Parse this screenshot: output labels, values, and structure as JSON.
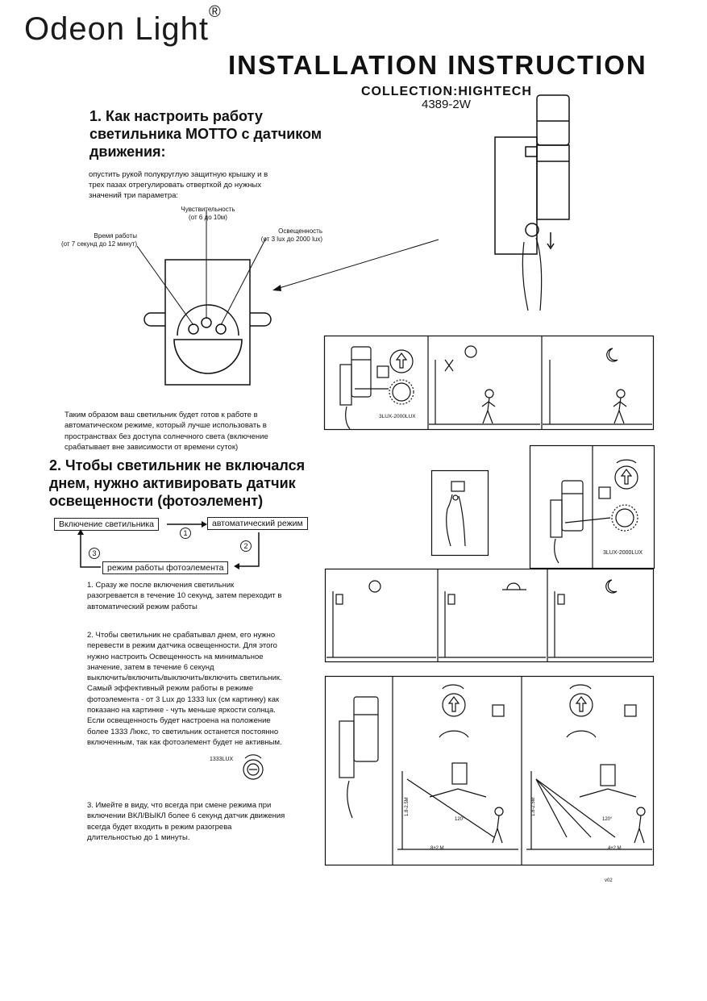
{
  "header": {
    "brand": "Odeon Light",
    "registered_mark": "®",
    "title": "INSTALLATION INSTRUCTION",
    "collection": "COLLECTION:HIGHTECH",
    "model": "4389-2W"
  },
  "section1": {
    "heading_line1": "1. Как настроить работу",
    "heading_line2": "светильника МОТТО с датчиком",
    "heading_line3": "движения:",
    "intro_line1": "опустить рукой полукруглую защитную крышку и в",
    "intro_line2": "трех пазах отрегулировать отверткой до нужных",
    "intro_line3": "значений три параметра:",
    "label_sensitivity": "Чувствительность",
    "label_sensitivity_range": "(от 6 до 10м)",
    "label_time": "Время работы",
    "label_time_range": "(от 7 секунд до 12 минут)",
    "label_light": "Освещенность",
    "label_light_range": "(от 3 lux до 2000 lux)",
    "outro_line1": "Таким образом ваш светильник будет готов к работе в",
    "outro_line2": "автоматическом режиме, который лучше использовать в",
    "outro_line3": "пространствах без доступа солнечного света (включение",
    "outro_line4": "срабатывает вне зависимости от времени суток)",
    "lux_label": "3LUX-2000LUX"
  },
  "section2": {
    "heading_line1": "2. Чтобы светильник не включался",
    "heading_line2": "днем, нужно активировать датчик",
    "heading_line3": "освещенности (фотоэлемент)",
    "flow_power_on": "Включение светильника",
    "flow_auto": "автоматический режим",
    "flow_photo": "режим работы фотоэлемента",
    "step1": "1",
    "step2": "2",
    "step3": "3",
    "p1_line1": "1. Сразу же после включения светильник",
    "p1_line2": "разогревается в течение 10 секунд, затем переходит в",
    "p1_line3": "автоматический режим работы",
    "p2_lines": [
      "2. Чтобы светильник не срабатывал днем, его нужно",
      "перевести в режим датчика освещенности. Для этого",
      "нужно настроить Освещенность на минимальное",
      "значение, затем в течение 6 секунд",
      "выключить/включить/выключить/включить светильник.",
      "Самый эффективный режим работы в режиме",
      "фотоэлемента - от 3 Lux до 1333 lux (см картинку) как",
      "показано на картинке - чуть меньше яркости солнца.",
      "Если освещенность будет настроена на положение",
      "более 1333 Люкс, то светильник останется постоянно",
      "включенным, так как фотоэлемент будет не активным."
    ],
    "dial_label": "1333LUX",
    "p3_line1": "3. Имейте в виду, что всегда при смене режима при",
    "p3_line2": "включении ВКЛ/ВЫКЛ более 6 секунд датчик движения",
    "p3_line3": "всегда будет входить в режим разогрева",
    "p3_line4": "длительностью до 1 минуты.",
    "lux_label2": "3LUX-2000LUX"
  },
  "diagram_labels": {
    "height": "1.8-2.5M",
    "distance1": "8±2 M",
    "distance2": "4±2 M",
    "angle1": "120°",
    "angle2": "120°"
  },
  "footer": {
    "code": "v02"
  }
}
